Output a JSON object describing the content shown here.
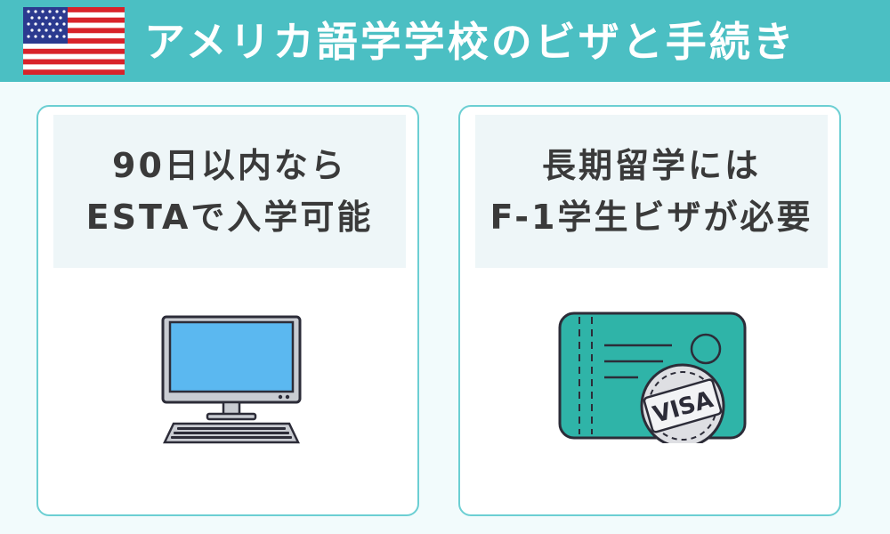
{
  "header": {
    "title": "アメリカ語学学校のビザと手続き",
    "flag_icon": "us-flag-icon"
  },
  "cards": [
    {
      "line1": "90日以内なら",
      "line2": "ESTAで入学可能",
      "illustration": "desktop-computer-icon"
    },
    {
      "line1": "長期留学には",
      "line2": "F-1学生ビザが必要",
      "illustration": "visa-stamp-icon"
    }
  ],
  "visa_stamp_text": "VISA",
  "colors": {
    "header_bg": "#4bbfc3",
    "page_bg": "#f2fbfc",
    "card_border": "#6ccfd3",
    "caption_bg": "#eef6f8",
    "text": "#3a3a3a",
    "passport_teal": "#2fb4a8",
    "screen_blue": "#5bb8f0"
  }
}
